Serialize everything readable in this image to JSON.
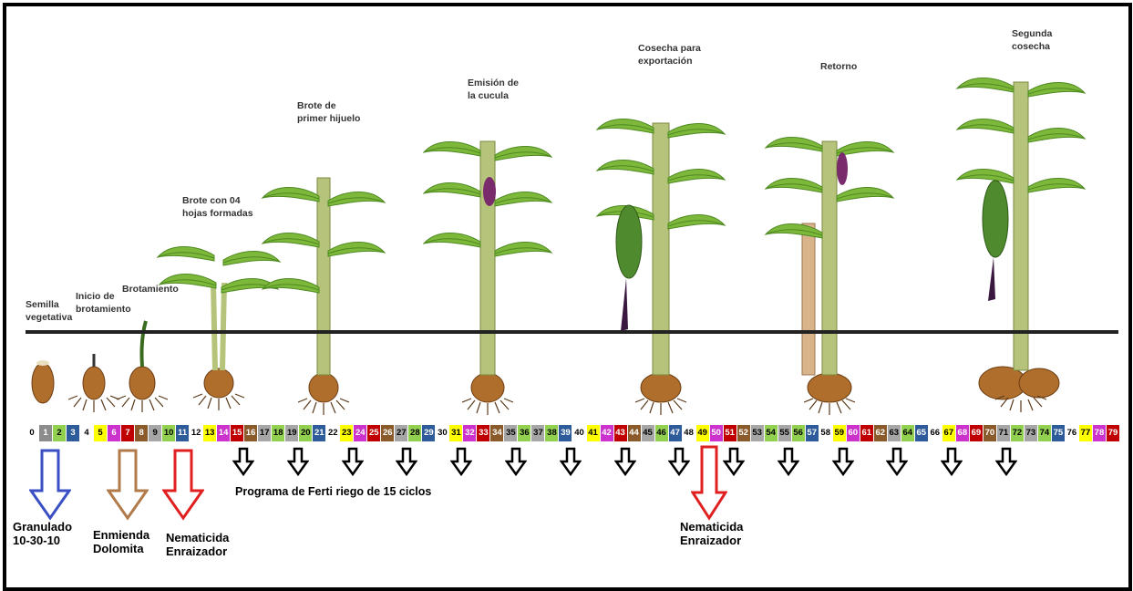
{
  "stages": [
    {
      "id": "semilla",
      "label": "Semilla\nvegetativa"
    },
    {
      "id": "inicio",
      "label": "Inicio de\nbrotamiento"
    },
    {
      "id": "brotamiento",
      "label": "Brotamiento"
    },
    {
      "id": "brote04",
      "label": "Brote con 04\nhojas formadas"
    },
    {
      "id": "hijuelo",
      "label": "Brote de\nprimer hijuelo"
    },
    {
      "id": "cucula",
      "label": "Emisión de\nla cucula"
    },
    {
      "id": "cosecha",
      "label": "Cosecha para\nexportación"
    },
    {
      "id": "retorno",
      "label": "Retorno"
    },
    {
      "id": "segunda",
      "label": "Segunda\ncosecha"
    }
  ],
  "scale": {
    "labels": [
      "0",
      "1",
      "2",
      "3",
      "4",
      "5",
      "6",
      "7",
      "8",
      "9",
      "10",
      "11",
      "12",
      "13",
      "14",
      "15",
      "16",
      "17",
      "18",
      "19",
      "20",
      "21",
      "22",
      "23",
      "24",
      "25",
      "26",
      "27",
      "28",
      "29",
      "30",
      "31",
      "32",
      "33",
      "34",
      "35",
      "36",
      "37",
      "38",
      "39",
      "40",
      "41",
      "42",
      "43",
      "44",
      "45",
      "46",
      "47",
      "48",
      "49",
      "50",
      "51",
      "52",
      "53",
      "54",
      "55",
      "56",
      "57",
      "58",
      "59",
      "60",
      "61",
      "62",
      "63",
      "64",
      "65",
      "66",
      "67",
      "68",
      "69",
      "70",
      "71",
      "72",
      "73",
      "74",
      "75",
      "76",
      "77",
      "78",
      "79"
    ],
    "colors": [
      "#ffffff",
      "#8c8c8c",
      "#92d050",
      "#2e5c9a",
      "#ffffff",
      "#ffff00",
      "#cc33cc",
      "#c00000",
      "#8b5a2b",
      "#a6a6a6",
      "#92d050",
      "#2e5c9a",
      "#ffffff",
      "#ffff00",
      "#cc33cc",
      "#c00000",
      "#8b5a2b",
      "#a6a6a6",
      "#92d050",
      "#a6a6a6",
      "#92d050",
      "#2e5c9a",
      "#ffffff",
      "#ffff00",
      "#cc33cc",
      "#c00000",
      "#8b5a2b",
      "#a6a6a6",
      "#92d050",
      "#2e5c9a",
      "#ffffff",
      "#ffff00",
      "#cc33cc",
      "#c00000",
      "#8b5a2b",
      "#a6a6a6",
      "#92d050",
      "#a6a6a6",
      "#92d050",
      "#2e5c9a",
      "#ffffff",
      "#ffff00",
      "#cc33cc",
      "#c00000",
      "#8b5a2b",
      "#a6a6a6",
      "#92d050",
      "#2e5c9a",
      "#ffffff",
      "#ffff00",
      "#cc33cc",
      "#c00000",
      "#8b5a2b",
      "#a6a6a6",
      "#92d050",
      "#a6a6a6",
      "#92d050",
      "#2e5c9a",
      "#ffffff",
      "#ffff00",
      "#cc33cc",
      "#c00000",
      "#8b5a2b",
      "#a6a6a6",
      "#92d050",
      "#2e5c9a",
      "#ffffff",
      "#ffff00",
      "#cc33cc",
      "#c00000",
      "#8b5a2b",
      "#a6a6a6",
      "#92d050",
      "#a6a6a6",
      "#92d050",
      "#2e5c9a",
      "#ffffff",
      "#ffff00",
      "#cc33cc",
      "#c00000"
    ]
  },
  "annotations": {
    "granulado": {
      "line1": "Granulado",
      "line2": "10-30-10",
      "color": "#3a4fc4"
    },
    "enmienda": {
      "line1": "Enmienda",
      "line2": "Dolomita",
      "color": "#b07a4a"
    },
    "nematicida1": {
      "line1": "Nematicida",
      "line2": "Enraizador",
      "color": "#e02020"
    },
    "programa": "Programa de Ferti riego de 15 ciclos",
    "nematicida2": {
      "line1": "Nematicida",
      "line2": "Enraizador",
      "color": "#e02020"
    }
  },
  "ferti_arrow_count": 15,
  "colors": {
    "leaf": "#7db83a",
    "leaf_dark": "#4e8a22",
    "stem": "#b5c47a",
    "corm": "#a5692a",
    "bract": "#7a2b6b",
    "ground": "#222222"
  }
}
